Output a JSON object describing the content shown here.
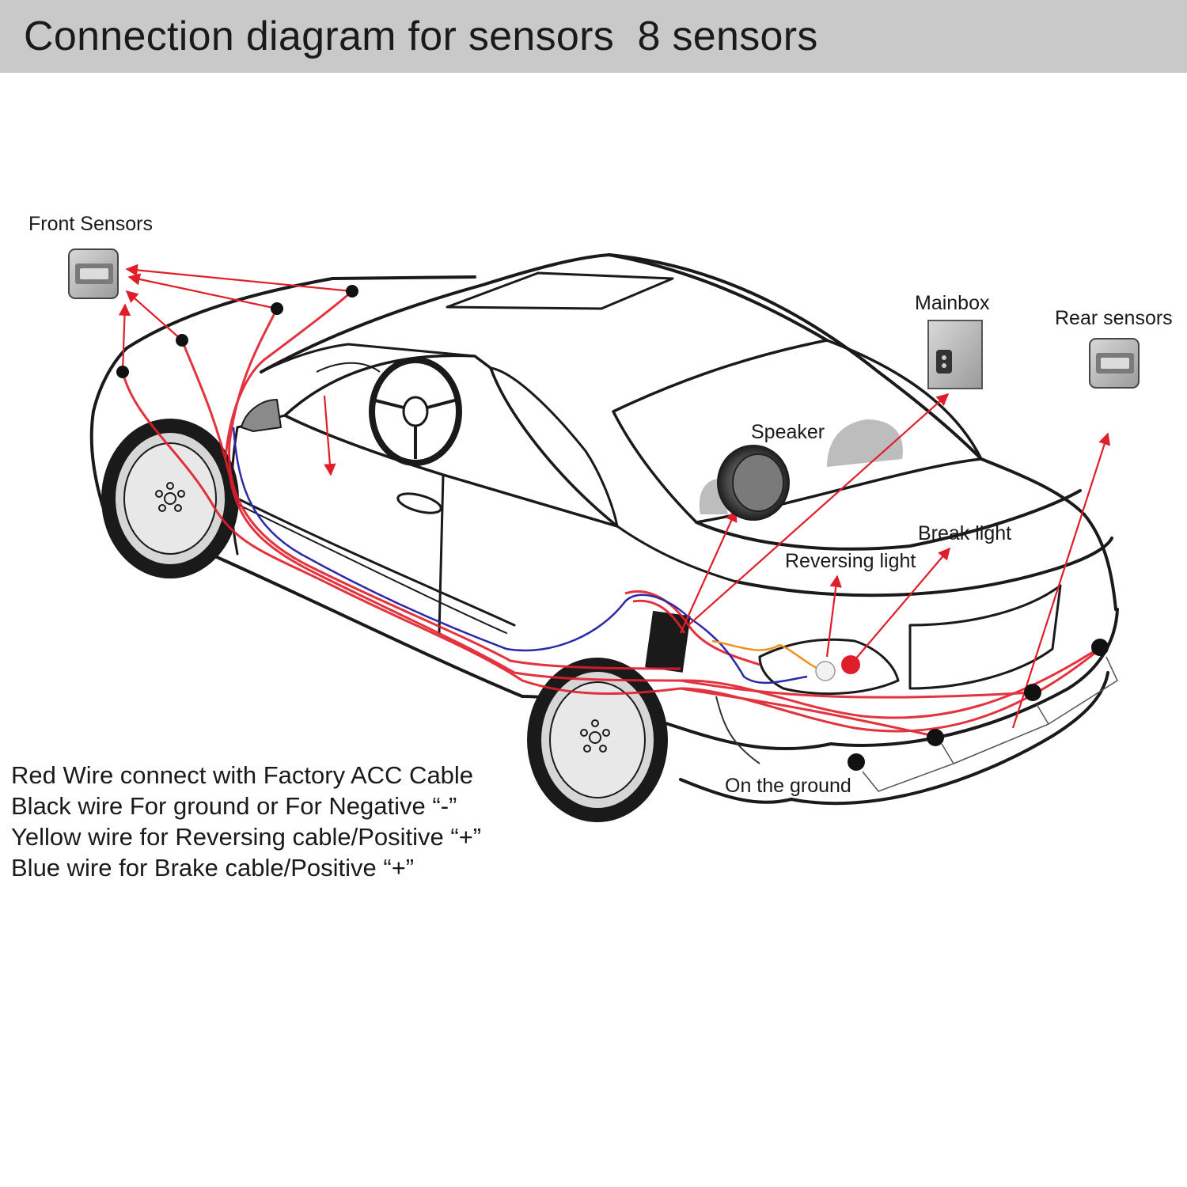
{
  "header": {
    "title": "Connection diagram for sensors  8 sensors"
  },
  "labels": {
    "front_sensors": "Front Sensors",
    "mainbox": "Mainbox",
    "rear_sensors": "Rear sensors",
    "speaker": "Speaker",
    "break_light": "Break light",
    "reversing_light": "Reversing light",
    "on_the_ground": "On the ground"
  },
  "notes": [
    "Red Wire connect with Factory ACC Cable",
    "Black wire For ground or For Negative “-”",
    "Yellow wire for Reversing cable/Positive “+”",
    "Blue wire for Brake cable/Positive “+”"
  ],
  "colors": {
    "header_bg": "#c9c9c9",
    "red_wire": "#e01e2a",
    "blue_wire": "#2a2aa8",
    "orange_wire": "#f0921e",
    "outline": "#1a1a1a"
  }
}
